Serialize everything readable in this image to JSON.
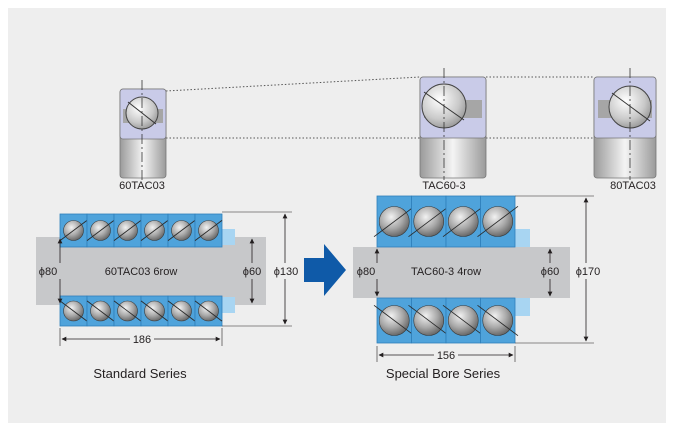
{
  "bearings": [
    {
      "name": "60TAC03"
    },
    {
      "name": "TAC60-3"
    },
    {
      "name": "80TAC03"
    }
  ],
  "standard": {
    "shaft_label": "60TAC03 6row",
    "left_dim": "ϕ80",
    "inner_dim": "ϕ60",
    "outer_dim": "ϕ130",
    "length_dim": "186",
    "caption": "Standard Series",
    "rows": 6
  },
  "special": {
    "shaft_label": "TAC60-3 4row",
    "left_dim": "ϕ80",
    "inner_dim": "ϕ60",
    "outer_dim": "ϕ170",
    "length_dim": "156",
    "caption": "Special Bore Series",
    "rows": 4
  },
  "colors": {
    "background": "#eeeeee",
    "shaft": "#c7c8ca",
    "bearing_blue": "#4fa3db",
    "bearing_blue_light": "#a8d5f2",
    "arrow_blue": "#0f5aa8",
    "ring_lavender": "#c9cbe8"
  }
}
